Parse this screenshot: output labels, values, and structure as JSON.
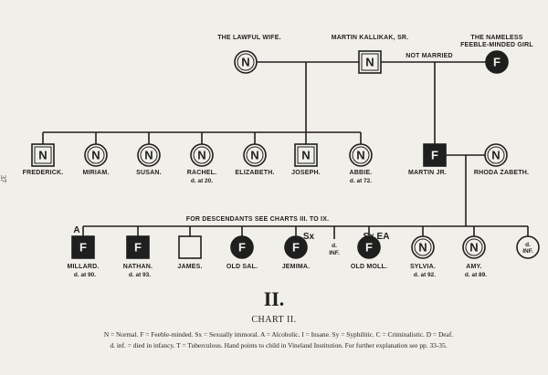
{
  "page_number": "37",
  "top_labels": {
    "wife": "THE LAWFUL WIFE.",
    "martin_sr": "MARTIN KALLIKAK, SR.",
    "nameless_line1": "THE NAMELESS",
    "nameless_line2": "FEEBLE-MINDED GIRL",
    "not_married": "NOT MARRIED"
  },
  "generation1": [
    {
      "symbol": "N",
      "shape": "square",
      "name": "FREDERICK.",
      "note": ""
    },
    {
      "symbol": "N",
      "shape": "circle",
      "name": "MIRIAM.",
      "note": ""
    },
    {
      "symbol": "N",
      "shape": "circle",
      "name": "SUSAN.",
      "note": ""
    },
    {
      "symbol": "N",
      "shape": "circle",
      "name": "RACHEL.",
      "note": "d. at 20."
    },
    {
      "symbol": "N",
      "shape": "circle",
      "name": "ELIZABETH.",
      "note": ""
    },
    {
      "symbol": "N",
      "shape": "square",
      "name": "JOSEPH.",
      "note": ""
    },
    {
      "symbol": "N",
      "shape": "circle",
      "name": "ABBIE.",
      "note": "d. at 72."
    }
  ],
  "martin_jr": {
    "symbol": "F",
    "name": "MARTIN JR."
  },
  "rhoda": {
    "symbol": "N",
    "name": "RHODA ZABETH."
  },
  "descendants_note": "FOR DESCENDANTS SEE  CHARTS  III.  TO  IX.",
  "generation2": [
    {
      "symbol": "F",
      "shape": "square",
      "filled": true,
      "name": "MILLARD.",
      "note": "d. at 90.",
      "mark": "A"
    },
    {
      "symbol": "F",
      "shape": "square",
      "filled": true,
      "name": "NATHAN.",
      "note": "d. at 93.",
      "mark": ""
    },
    {
      "symbol": "",
      "shape": "square",
      "filled": false,
      "name": "JAMES.",
      "note": "",
      "mark": ""
    },
    {
      "symbol": "F",
      "shape": "circle",
      "filled": true,
      "name": "OLD SAL.",
      "note": "",
      "mark": ""
    },
    {
      "symbol": "F",
      "shape": "circle",
      "filled": true,
      "name": "JEMIMA.",
      "note": "",
      "mark": "Sx"
    },
    {
      "symbol": "",
      "shape": "none",
      "filled": false,
      "name": "d.",
      "note": "INF.",
      "mark": ""
    },
    {
      "symbol": "F",
      "shape": "circle",
      "filled": true,
      "name": "OLD MOLL.",
      "note": "",
      "mark": "Sx EA"
    },
    {
      "symbol": "N",
      "shape": "circle",
      "filled": false,
      "name": "SYLVIA.",
      "note": "d. at 92.",
      "mark": ""
    },
    {
      "symbol": "N",
      "shape": "circle",
      "filled": false,
      "name": "AMY.",
      "note": "d. at 89.",
      "mark": ""
    },
    {
      "symbol": "",
      "shape": "circle",
      "filled": false,
      "name": "d.",
      "note": "INF.",
      "mark": ""
    }
  ],
  "roman": "II.",
  "chart_title": "CHART II.",
  "legend_line1": "N = Normal.   F = Feeble-minded.   Sx = Sexually immoral.   A = Alcoholic.   I = Insane.   Sy = Syphilitic.   C = Criminalistic.   D = Deaf.",
  "legend_line2": "d. inf. = died in infancy.   T = Tuberculous.   Hand points to child in Vineland Institution.   For further explanation see pp. 33-35.",
  "colors": {
    "ink": "#1f1f1f",
    "paper": "#f1efe9"
  }
}
